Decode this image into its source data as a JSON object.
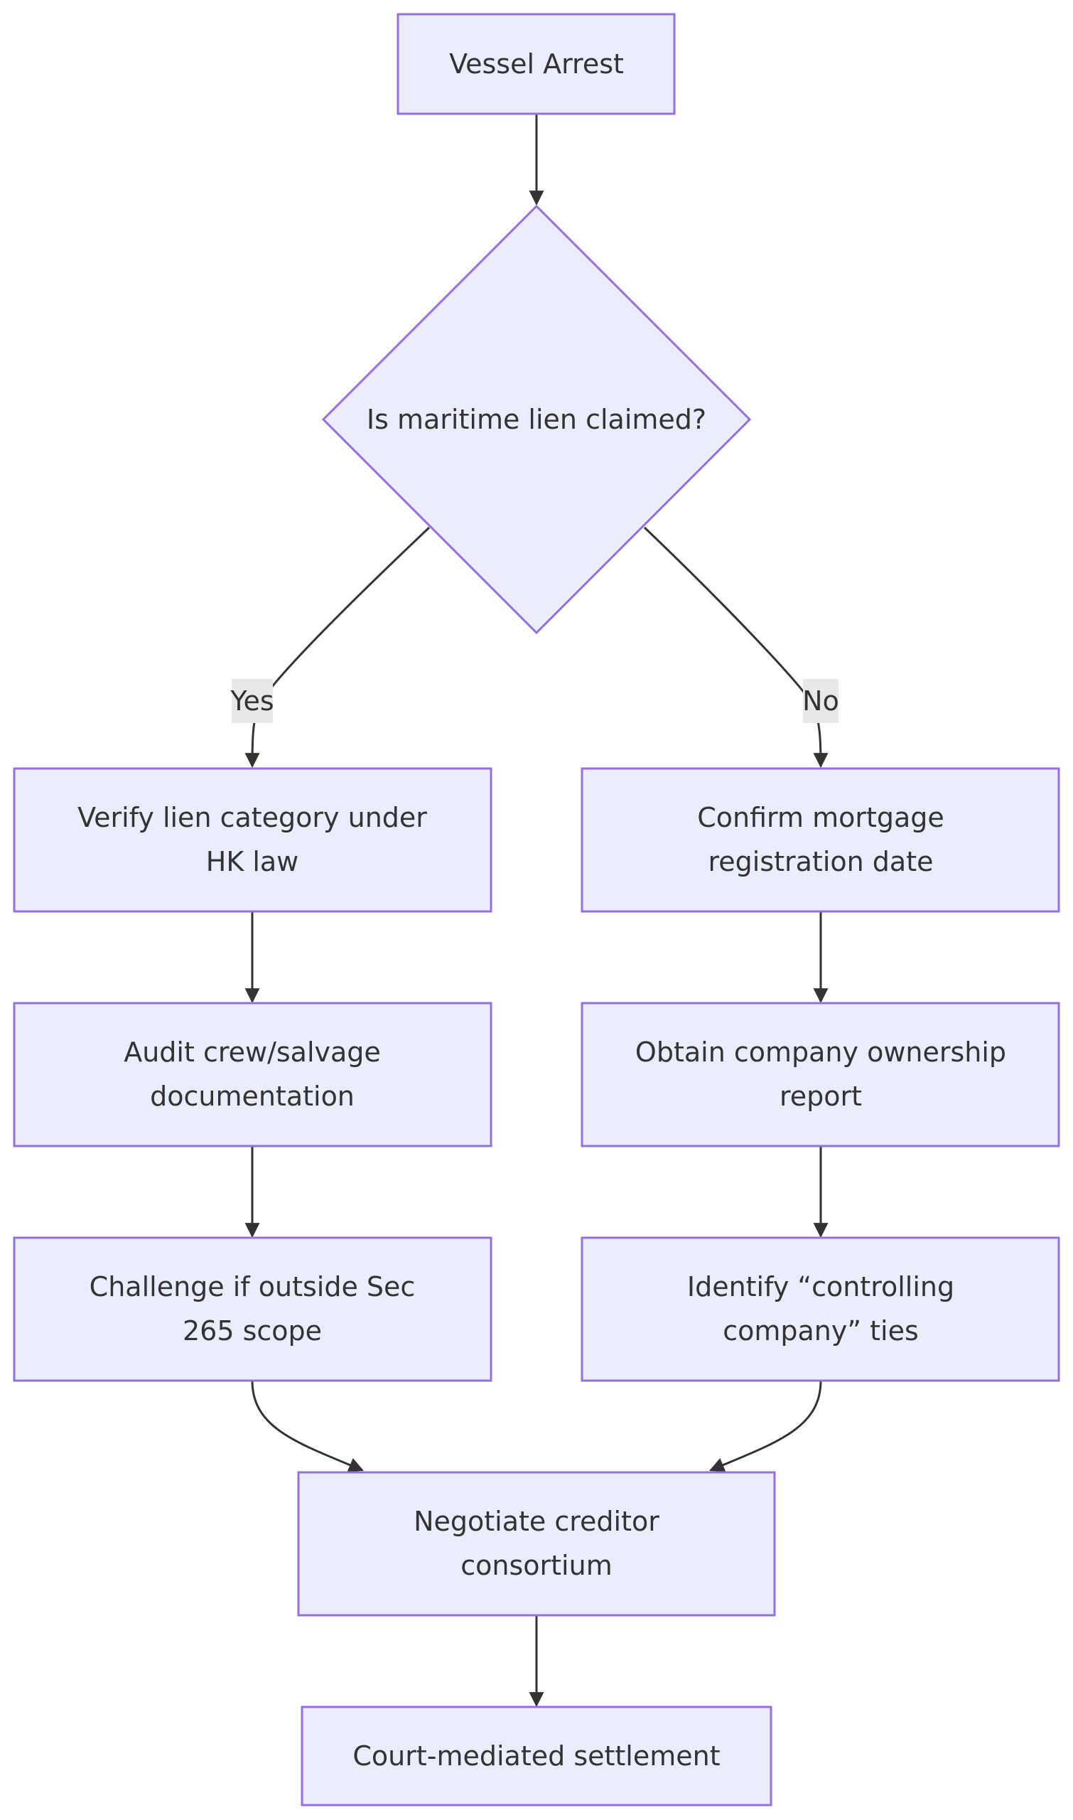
{
  "colors": {
    "node_fill": "#ECECFF",
    "node_stroke": "#9370DB",
    "edge_stroke": "#333333",
    "label_bg": "#E8E8E8",
    "text": "#333333"
  },
  "nodes": {
    "start": {
      "lines": [
        "Vessel Arrest"
      ]
    },
    "decision": {
      "lines": [
        "Is maritime lien claimed?"
      ]
    },
    "yes_1": {
      "lines": [
        "Verify lien category under",
        "HK law"
      ]
    },
    "yes_2": {
      "lines": [
        "Audit crew/salvage",
        "documentation"
      ]
    },
    "yes_3": {
      "lines": [
        "Challenge if outside Sec",
        "265 scope"
      ]
    },
    "no_1": {
      "lines": [
        "Confirm mortgage",
        "registration date"
      ]
    },
    "no_2": {
      "lines": [
        "Obtain company ownership",
        "report"
      ]
    },
    "no_3": {
      "lines": [
        "Identify “controlling",
        "company” ties"
      ]
    },
    "merge": {
      "lines": [
        "Negotiate creditor",
        "consortium"
      ]
    },
    "end": {
      "lines": [
        "Court-mediated settlement"
      ]
    }
  },
  "edges": {
    "yes_label": "Yes",
    "no_label": "No"
  }
}
